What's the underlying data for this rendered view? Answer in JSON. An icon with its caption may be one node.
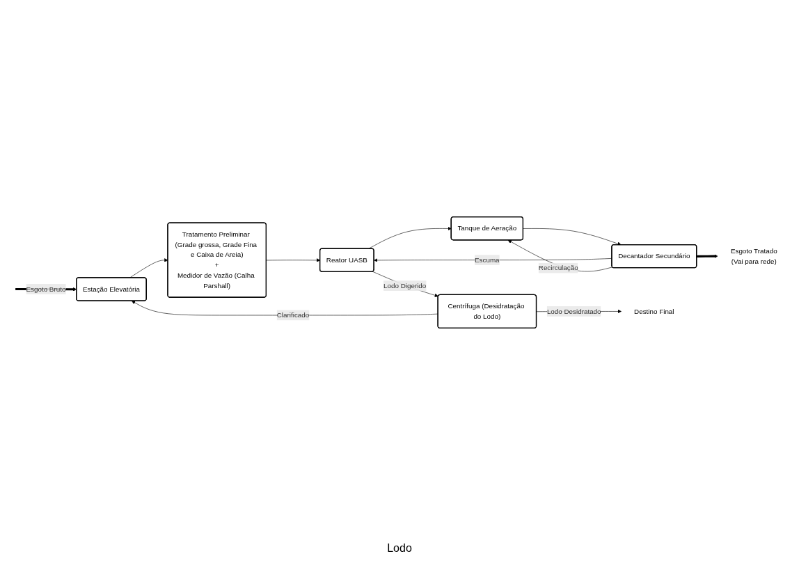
{
  "diagram": {
    "nodes": [
      {
        "text": [
          "Estação Elevatória"
        ]
      },
      {
        "text": [
          "Tratamento Preliminar (Grade grossa, Grade Fina e Caixa de Areia)",
          "+",
          "Medidor de Vazão (Calha Parshall)"
        ]
      },
      {
        "text": [
          "Reator UASB"
        ]
      },
      {
        "text": [
          "Tanque de Aeração"
        ]
      },
      {
        "text": [
          "Centrífuga (Desidratação do Lodo)"
        ]
      },
      {
        "text": [
          "Decantador Secundário"
        ]
      },
      {
        "text": [
          "Destino Final"
        ]
      },
      {
        "text": [
          "Esgoto Tratado",
          "(Vai para rede)"
        ]
      }
    ],
    "edges": [
      {
        "from": null,
        "to": 0,
        "arrow": "to",
        "label": "Esgoto Bruto",
        "style": "thick"
      },
      {
        "from": 0,
        "to": 1,
        "arrow": "to"
      },
      {
        "from": 1,
        "to": 2,
        "arrow": "to"
      },
      {
        "from": 2,
        "to": 3,
        "arrow": "to"
      },
      {
        "from": 2,
        "to": 4,
        "arrow": "to",
        "label": "Lodo Digerido"
      },
      {
        "from": 4,
        "to": 0,
        "arrow": "to",
        "label": "Clarificado"
      },
      {
        "from": 3,
        "to": 5,
        "arrow": "to"
      },
      {
        "from": 5,
        "to": 2,
        "arrow": "to",
        "label": "Escuma"
      },
      {
        "from": 5,
        "to": 3,
        "arrow": "to",
        "label": "Recirculação"
      },
      {
        "from": 4,
        "to": 6,
        "arrow": "to",
        "label": "Lodo Desidratado"
      },
      {
        "from": 5,
        "to": 7,
        "arrow": "to",
        "style": "thick"
      }
    ],
    "labels": [
      "Lodo"
    ]
  }
}
